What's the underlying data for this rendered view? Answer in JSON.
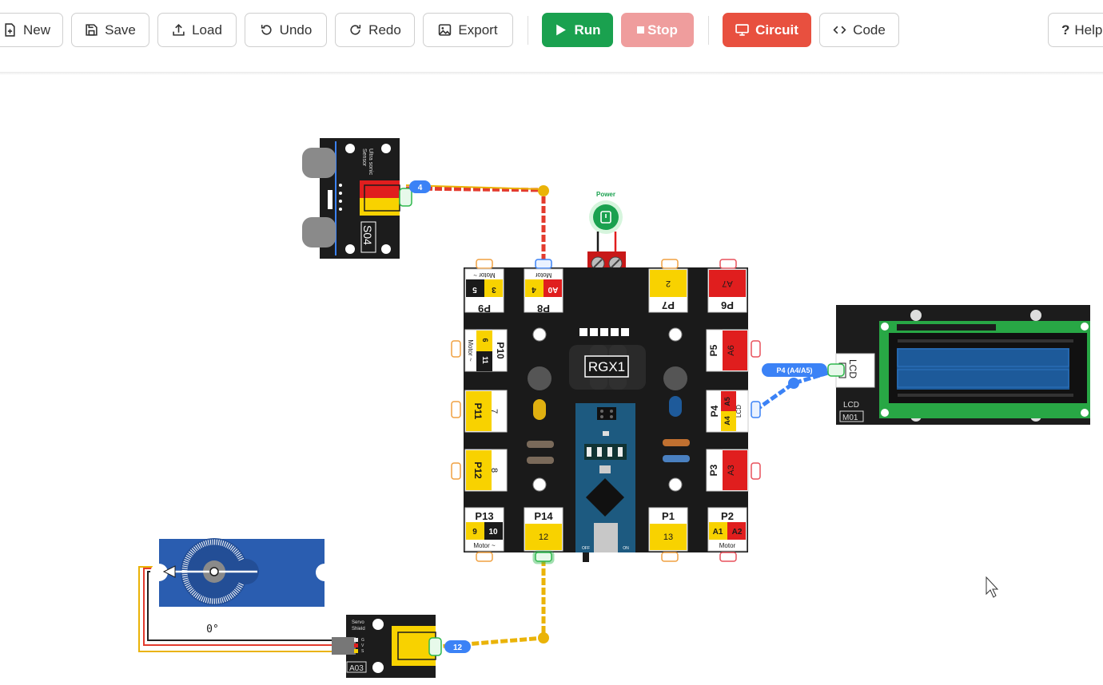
{
  "toolbar": {
    "new_label": "New",
    "save_label": "Save",
    "load_label": "Load",
    "undo_label": "Undo",
    "redo_label": "Redo",
    "export_label": "Export",
    "run_label": "Run",
    "stop_label": "Stop",
    "circuit_label": "Circuit",
    "code_label": "Code",
    "help_label": "Help"
  },
  "colors": {
    "run": "#1aa14f",
    "stop": "#ef9d9d",
    "circuit": "#e8503f",
    "board": "#1a1a1a",
    "port_yellow": "#f8d200",
    "port_red": "#e01e1e",
    "wire_red": "#e33b2e",
    "wire_yellow": "#eab308",
    "wire_blue": "#3b82f6"
  },
  "board": {
    "name": "RGX1",
    "power_label": "Power",
    "ports": {
      "p1": {
        "name": "P1",
        "pin": "13"
      },
      "p2": {
        "name": "P2",
        "pin_a": "A1",
        "pin_b": "A2",
        "sub": "Motor"
      },
      "p3": {
        "name": "P3",
        "pin": "A3"
      },
      "p4": {
        "name": "P4",
        "pin_a": "A4",
        "pin_b": "A5",
        "sub": "LCD"
      },
      "p5": {
        "name": "P5",
        "pin": "A6"
      },
      "p6": {
        "name": "P6",
        "pin": "A7"
      },
      "p7": {
        "name": "P7",
        "pin": "2"
      },
      "p8": {
        "name": "P8",
        "pin_a": "A0",
        "pin_b": "4",
        "sub": "Motor"
      },
      "p9": {
        "name": "P9",
        "pin_a": "5",
        "pin_b": "3",
        "sub": "Motor ~"
      },
      "p10": {
        "name": "P10",
        "pin_a": "6",
        "pin_b": "11",
        "sub": "Motor ~"
      },
      "p11": {
        "name": "P11",
        "pin": "7"
      },
      "p12": {
        "name": "P12",
        "pin": "8"
      },
      "p13": {
        "name": "P13",
        "pin_a": "9",
        "pin_b": "10",
        "sub": "Motor ~"
      },
      "p14": {
        "name": "P14",
        "pin": "12"
      }
    },
    "switch_off": "OFF",
    "switch_on": "ON"
  },
  "ultrasonic": {
    "title_line1": "Ultra sonic",
    "title_line2": "Sensor",
    "id": "S04",
    "pin_badge": "4"
  },
  "lcd": {
    "label": "LCD",
    "id": "M01",
    "jack_label": "LCD",
    "pin_badge": "P4 (A4/A5)"
  },
  "servo_shield": {
    "title_line1": "Servo",
    "title_line2": "Shield",
    "id": "A03",
    "pin_badge": "12",
    "pins": [
      "G",
      "V",
      "S"
    ]
  },
  "servo": {
    "angle": "0°"
  }
}
